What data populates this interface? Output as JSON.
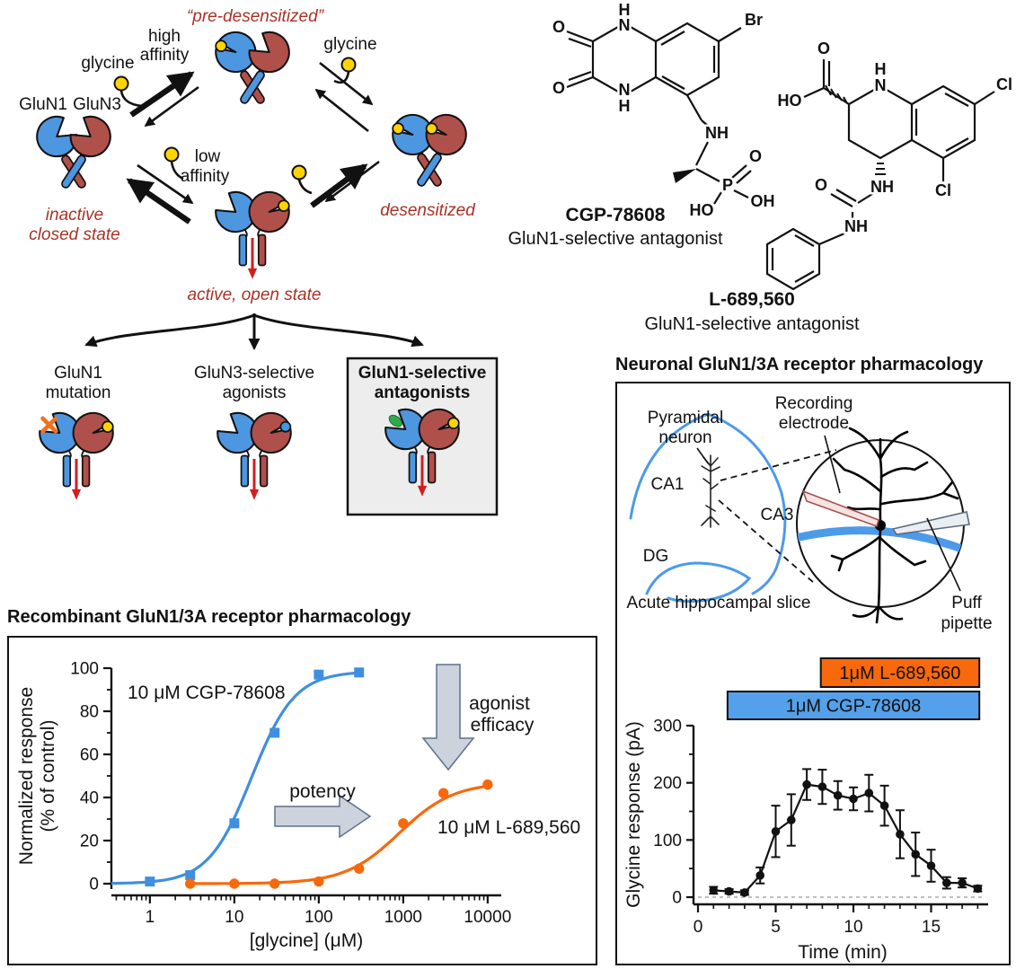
{
  "state": {
    "pre_desensitized": "“pre-desensitized”",
    "high_affinity": [
      "high",
      "affinity"
    ],
    "glycine_left": "glycine",
    "glycine_right": "glycine",
    "glun1": "GluN1",
    "glun3": "GluN3",
    "inactive": [
      "inactive",
      "closed state"
    ],
    "low_affinity": [
      "low",
      "affinity"
    ],
    "desensitized": "desensitized",
    "active": "active, open state",
    "branch_mutation": [
      "GluN1",
      "mutation"
    ],
    "branch_agonists": [
      "GluN3-selective",
      "agonists"
    ],
    "branch_antagonists": [
      "GluN1-selective",
      "antagonists"
    ]
  },
  "compounds": {
    "cgp": {
      "name": "CGP-78608",
      "role": "GluN1-selective antagonist",
      "name_color": "#4da0f0",
      "atoms": {
        "o1": "O",
        "o2": "O",
        "h1": "H",
        "n1": "N",
        "n2": "N",
        "h2": "H",
        "br": "Br",
        "nh": "NH",
        "p": "P",
        "o3": "O",
        "ho": "HO",
        "oh": "OH"
      }
    },
    "l689": {
      "name": "L-689,560",
      "role": "GluN1-selective antagonist",
      "name_color": "#f8680c",
      "atoms": {
        "o1": "O",
        "ho": "HO",
        "h1": "H",
        "n1": "N",
        "cl1": "Cl",
        "cl2": "Cl",
        "o2": "O",
        "nh1": "NH",
        "nh2": "NH"
      }
    }
  },
  "panels": {
    "recombinant": {
      "title": "Recombinant GluN1/3A receptor pharmacology"
    },
    "neuronal": {
      "title": "Neuronal GluN1/3A receptor pharmacology",
      "slice": {
        "pyramidal": [
          "Pyramidal",
          "neuron"
        ],
        "recording": [
          "Recording",
          "electrode"
        ],
        "ca1": "CA1",
        "ca3": "CA3",
        "dg": "DG",
        "acute": "Acute hippocampal slice",
        "puff": [
          "Puff",
          "pipette"
        ]
      }
    }
  },
  "colors": {
    "glun1_blue": "#4d96e0",
    "glun3_red": "#b0504b",
    "glycine_yellow": "#FFD400",
    "state_label_red": "#a93226",
    "antagonist_green": "#2eab4a",
    "mutation_orange": "#f07020",
    "channel_arrow_red": "#cf1f1f"
  },
  "chart_data": [
    {
      "id": "dose_response",
      "type": "line",
      "xlabel": "[glycine] (μM)",
      "ylabel": [
        "Normalized response",
        "(% of control)"
      ],
      "x_scale": "log",
      "xlim": [
        0.35,
        12000
      ],
      "ylim": [
        0,
        100
      ],
      "x_ticks": [
        1,
        10,
        100,
        1000,
        10000
      ],
      "y_ticks": [
        0,
        20,
        40,
        60,
        80,
        100
      ],
      "legend_position": "inline",
      "grid": false,
      "series": [
        {
          "name": "10 μM CGP-78608",
          "color": "#3f8fe0",
          "marker": "square",
          "x": [
            1,
            3,
            10,
            30,
            100,
            300
          ],
          "y": [
            1,
            4,
            28,
            70,
            97,
            98
          ],
          "fit": {
            "bottom": 0,
            "top": 98.5,
            "ec50": 16,
            "hill": 1.7,
            "from": 0.35,
            "to": 300
          }
        },
        {
          "name": "10 μM L-689,560",
          "color": "#f8680c",
          "marker": "circle",
          "x": [
            3,
            10,
            30,
            100,
            300,
            1000,
            3000,
            10000
          ],
          "y": [
            0,
            0,
            0,
            1,
            7,
            28,
            42,
            46
          ],
          "fit": {
            "bottom": 0,
            "top": 47,
            "ec50": 900,
            "hill": 1.35,
            "from": 3,
            "to": 10000
          }
        }
      ],
      "annotations": {
        "potency": "potency",
        "efficacy": [
          "agonist",
          "efficacy"
        ]
      }
    },
    {
      "id": "time_course",
      "type": "line_errorbars",
      "xlabel": "Time (min)",
      "ylabel": "Glycine response (pA)",
      "xlim": [
        0,
        18.8
      ],
      "ylim": [
        0,
        300
      ],
      "x_ticks": [
        0,
        5,
        10,
        15
      ],
      "y_ticks": [
        0,
        100,
        200,
        300
      ],
      "x": [
        1,
        2,
        3,
        4,
        5,
        6,
        7,
        8,
        9,
        10,
        11,
        12,
        13,
        14,
        15,
        16,
        17,
        18
      ],
      "y": [
        12,
        10,
        8,
        38,
        115,
        135,
        197,
        193,
        178,
        172,
        182,
        160,
        110,
        75,
        55,
        25,
        25,
        15
      ],
      "err": [
        6,
        4,
        4,
        14,
        45,
        45,
        27,
        30,
        25,
        20,
        32,
        35,
        42,
        38,
        28,
        10,
        8,
        5
      ],
      "marker_color": "#111111",
      "baseline_dashed_at": 0,
      "drug_bars": [
        {
          "label": "1μM L-689,560",
          "color": "#f8680c",
          "t_start": 7.9,
          "t_end": 18.1
        },
        {
          "label": "1μM CGP-78608",
          "color": "#55a0ea",
          "t_start": 1.9,
          "t_end": 18.1
        }
      ]
    }
  ]
}
